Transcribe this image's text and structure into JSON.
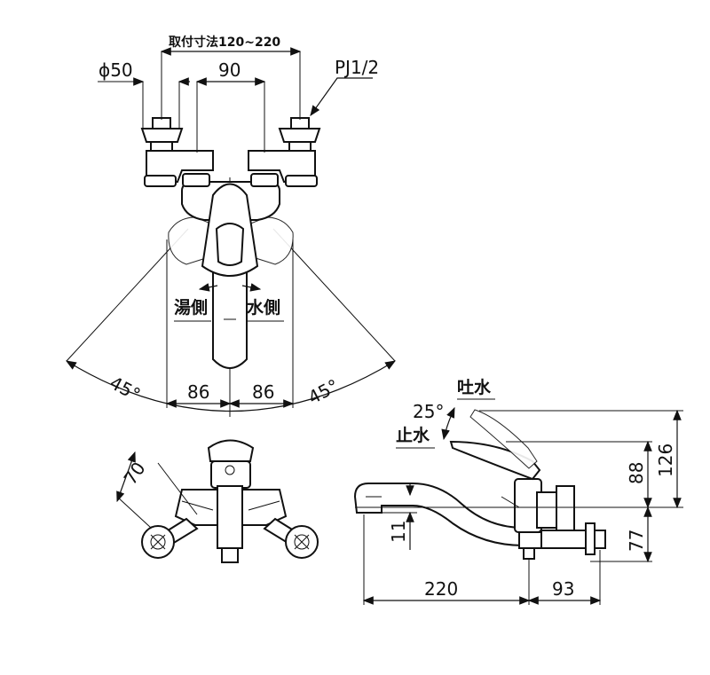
{
  "top_view": {
    "mount_span": "取付寸法120~220",
    "phi_label": "ϕ50",
    "center_90": "90",
    "thread_label": "PJ1/2",
    "hot_side": "湯側",
    "cold_side": "水側",
    "angle_left": "45°",
    "angle_right": "45°",
    "offset_left": "86",
    "offset_right": "86"
  },
  "front_view": {
    "dim_70": "70"
  },
  "side_view": {
    "outlet": "吐水",
    "stop": "止水",
    "angle": "25°",
    "dim_88": "88",
    "dim_126": "126",
    "dim_11": "11",
    "dim_77": "77",
    "dim_220": "220",
    "dim_93": "93"
  }
}
